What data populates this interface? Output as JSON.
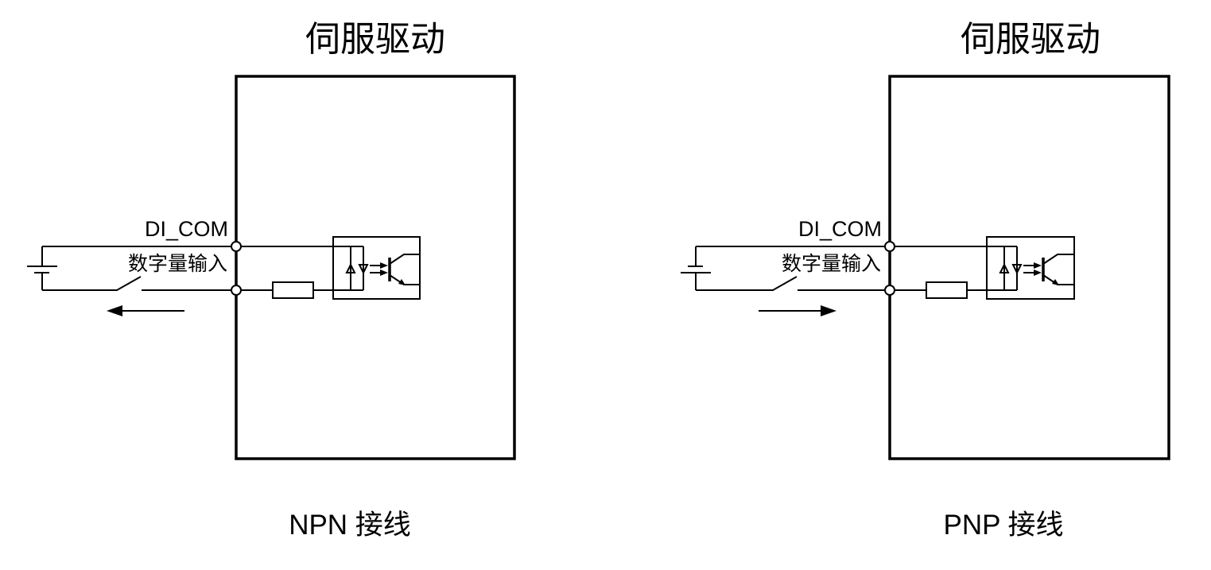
{
  "diagrams": [
    {
      "title": "伺服驱动",
      "terminal_label": "DI_COM",
      "input_label": "数字量输入",
      "caption": "NPN 接线",
      "current_direction": "left"
    },
    {
      "title": "伺服驱动",
      "terminal_label": "DI_COM",
      "input_label": "数字量输入",
      "caption": "PNP 接线",
      "current_direction": "right"
    }
  ]
}
